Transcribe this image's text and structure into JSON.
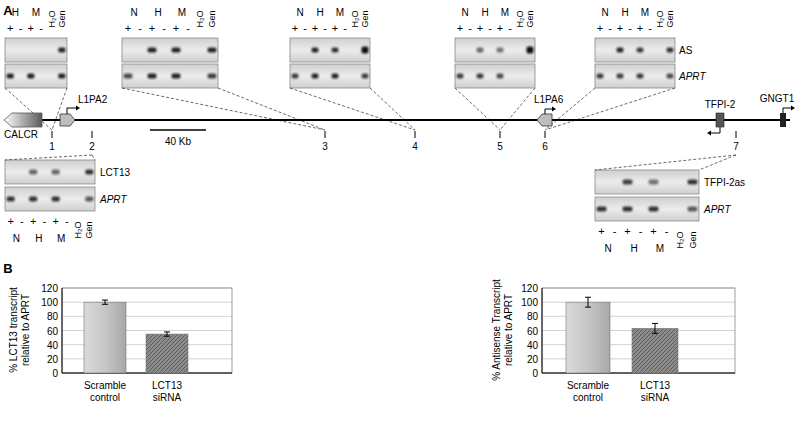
{
  "diagram": {
    "labels": [
      "A",
      "H",
      "M",
      "+",
      "-",
      "+",
      "-",
      "H₂O",
      "Gen",
      "N",
      "H",
      "M",
      "+",
      "-",
      "+",
      "-",
      "+",
      "-",
      "H₂O",
      "Gen",
      "N",
      "H",
      "M",
      "+",
      "-",
      "+",
      "-",
      "+",
      "-",
      "H₂O",
      "Gen",
      "N",
      "H",
      "M",
      "+",
      "-",
      "+",
      "-",
      "+",
      "-",
      "H₂O",
      "Gen",
      "N",
      "H",
      "M",
      "+",
      "-",
      "+",
      "-",
      "+",
      "-",
      "H₂O",
      "Gen",
      "AS",
      "APRT",
      "CALCR",
      "L1PA2",
      "1",
      "2",
      "40 Kb",
      "3",
      "4",
      "5",
      "L1PA6",
      "6",
      "TFPI-2",
      "GNGT1",
      "7",
      "LCT13",
      "APRT",
      "+",
      "-",
      "+",
      "-",
      "+",
      "-",
      "H₂O",
      "Gen",
      "N",
      "H",
      "M",
      "TFPI-2as",
      "APRT",
      "+",
      "-",
      "+",
      "-",
      "+",
      "-",
      "H₂O",
      "Gen",
      "N",
      "H",
      "M",
      "B",
      "% LCT13 transcript relative to APRT",
      "120",
      "100",
      "80",
      "60",
      "40",
      "20",
      "0",
      "Scramble control",
      "LCT13 siRNA",
      "% Antisense Transcript relative to APRT",
      "120",
      "100",
      "80",
      "60",
      "40",
      "20",
      "0",
      "Scramble control",
      "LCT13 siRNA"
    ]
  }
}
